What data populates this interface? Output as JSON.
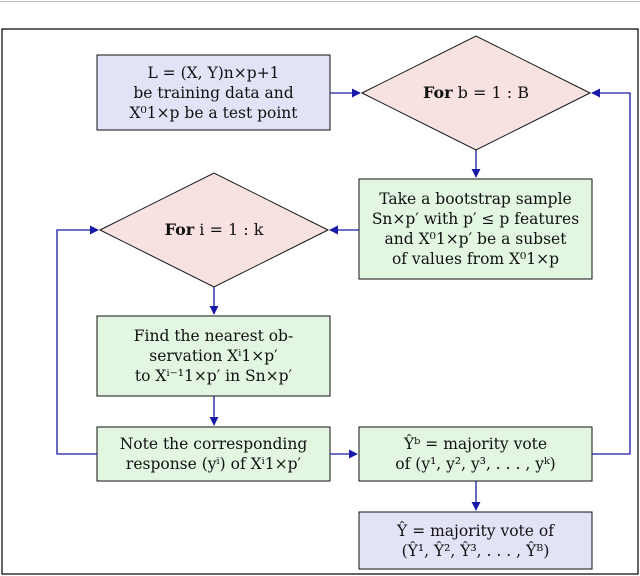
{
  "nodes": {
    "input": {
      "lines": [
        "L = (X, Y)n×p+1",
        "be training data and",
        "X⁰1×p be a test point"
      ]
    },
    "loop_b": {
      "keyword": "For",
      "expr": "b = 1 : B"
    },
    "bootstrap": {
      "lines": [
        "Take a bootstrap sample",
        "Sn×p′ with p′ ≤ p features",
        "and X⁰1×p′ be a subset",
        "of values from X⁰1×p"
      ]
    },
    "loop_i": {
      "keyword": "For",
      "expr": "i = 1 : k"
    },
    "nearest": {
      "lines": [
        "Find the nearest ob-",
        "servation Xⁱ1×p′",
        "to Xⁱ⁻¹1×p′ in Sn×p′"
      ]
    },
    "response": {
      "lines": [
        "Note the corresponding",
        "response (yⁱ) of Xⁱ1×p′"
      ]
    },
    "vote_b": {
      "lines": [
        "Ŷᵇ = majority vote",
        "of (y¹, y², y³, . . . , yᵏ)"
      ]
    },
    "final": {
      "lines": [
        "Ŷ = majority vote of",
        "(Ŷ¹, Ŷ², Ŷ³, . . . , Ŷᴮ)"
      ]
    }
  },
  "colors": {
    "input_fill": "#e3e3f7",
    "diamond_fill": "#f8e1e1",
    "process_fill": "#e2f6e2",
    "final_fill": "#e3e3f7",
    "edge": "#1a1aa8",
    "border": "#111111"
  }
}
